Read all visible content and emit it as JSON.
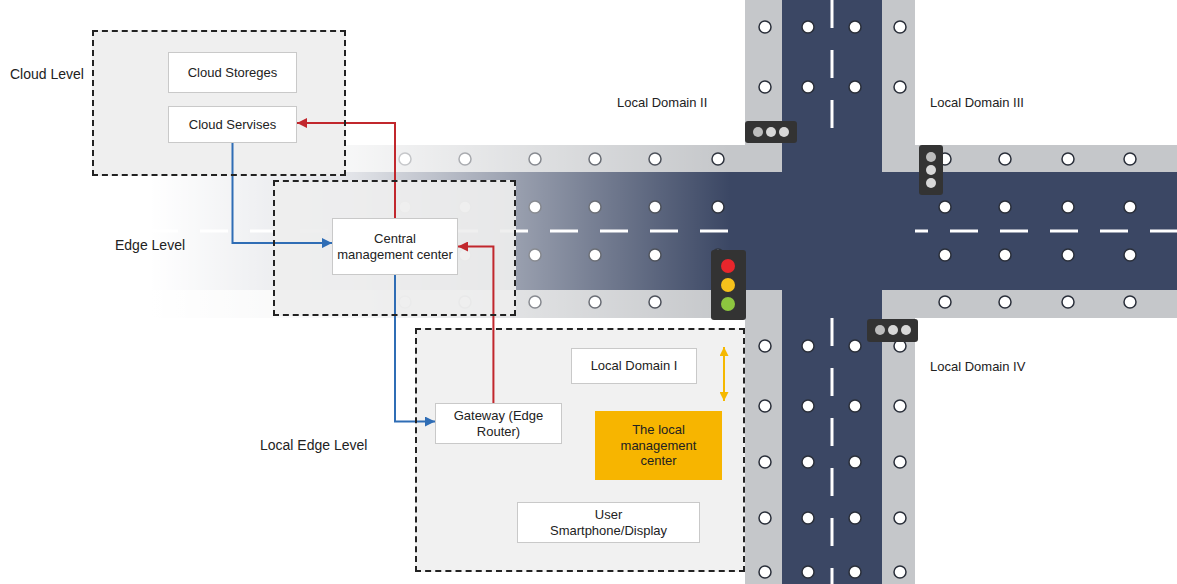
{
  "diagram": {
    "nodes": [
      {
        "text": [
          "Cloud Level"
        ]
      },
      {
        "text": [
          "Cloud Storeges"
        ],
        "in": 0
      },
      {
        "text": [
          "Cloud Servises"
        ],
        "in": 0
      },
      {
        "text": [
          "Edge Level"
        ]
      },
      {
        "text": [
          "Central management center"
        ],
        "in": 3
      },
      {
        "text": [
          "Local Edge Level"
        ]
      },
      {
        "text": [
          "Local Domain I"
        ],
        "in": 5
      },
      {
        "text": [
          "Gateway (Edge Router)"
        ],
        "in": 5
      },
      {
        "text": [
          "The local management center"
        ],
        "in": 5
      },
      {
        "text": [
          "User Smartphone/Display"
        ],
        "in": 5
      }
    ],
    "edges": [
      {
        "from": 2,
        "to": 4,
        "arrow": "to"
      },
      {
        "from": 4,
        "to": 2,
        "arrow": "to"
      },
      {
        "from": 4,
        "to": 7,
        "arrow": "to"
      },
      {
        "from": 7,
        "to": 4,
        "arrow": "to"
      }
    ],
    "labels": [
      "Local Domain II",
      "Local Domain III",
      "Local Domain IV"
    ]
  }
}
